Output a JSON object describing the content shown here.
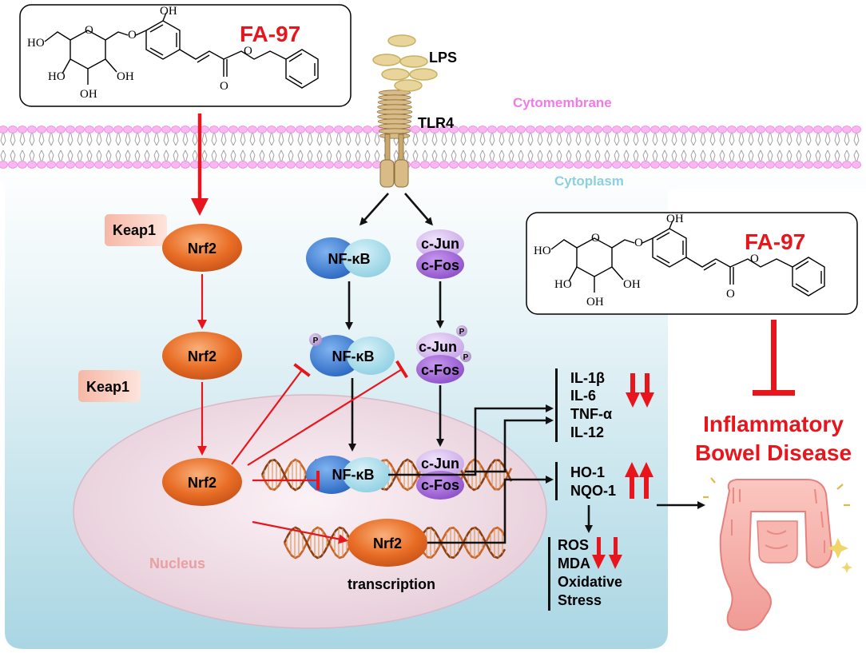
{
  "compound": {
    "name": "FA-97"
  },
  "chem_labels": {
    "oh": "OH",
    "ho": "HO",
    "o": "O"
  },
  "receptor": {
    "ligand": "LPS",
    "name": "TLR4"
  },
  "regions": {
    "membrane": "Cytomembrane",
    "cytoplasm": "Cytoplasm",
    "nucleus": "Nucleus"
  },
  "nrf2_pathway": {
    "keap1": "Keap1",
    "nrf2": "Nrf2",
    "transcription": "transcription"
  },
  "nfkb_pathway": {
    "nfkb": "NF-κB",
    "phospho": "P"
  },
  "ap1_pathway": {
    "cjun": "c-Jun",
    "cfos": "c-Fos"
  },
  "outcomes": {
    "cytokines": [
      "IL-1β",
      "IL-6",
      "TNF-α",
      "IL-12"
    ],
    "antioxidant": [
      "HO-1",
      "NQO-1"
    ],
    "oxidative": [
      "ROS",
      "MDA",
      "Oxidative",
      "Stress"
    ]
  },
  "disease": {
    "line1": "Inflammatory",
    "line2": "Bowel Disease"
  },
  "colors": {
    "inhibit_red": "#e8161c",
    "title_red": "#e8161c",
    "membrane_pink": "#f49cf0",
    "cytoplasm_blue": "#bfe3ec",
    "nucleus_fill": "#f3dfe8",
    "nrf2_orange": "#e9722b",
    "nfkb_blue": "#3d7fd4",
    "ap1_purple": "#a66bd0"
  }
}
